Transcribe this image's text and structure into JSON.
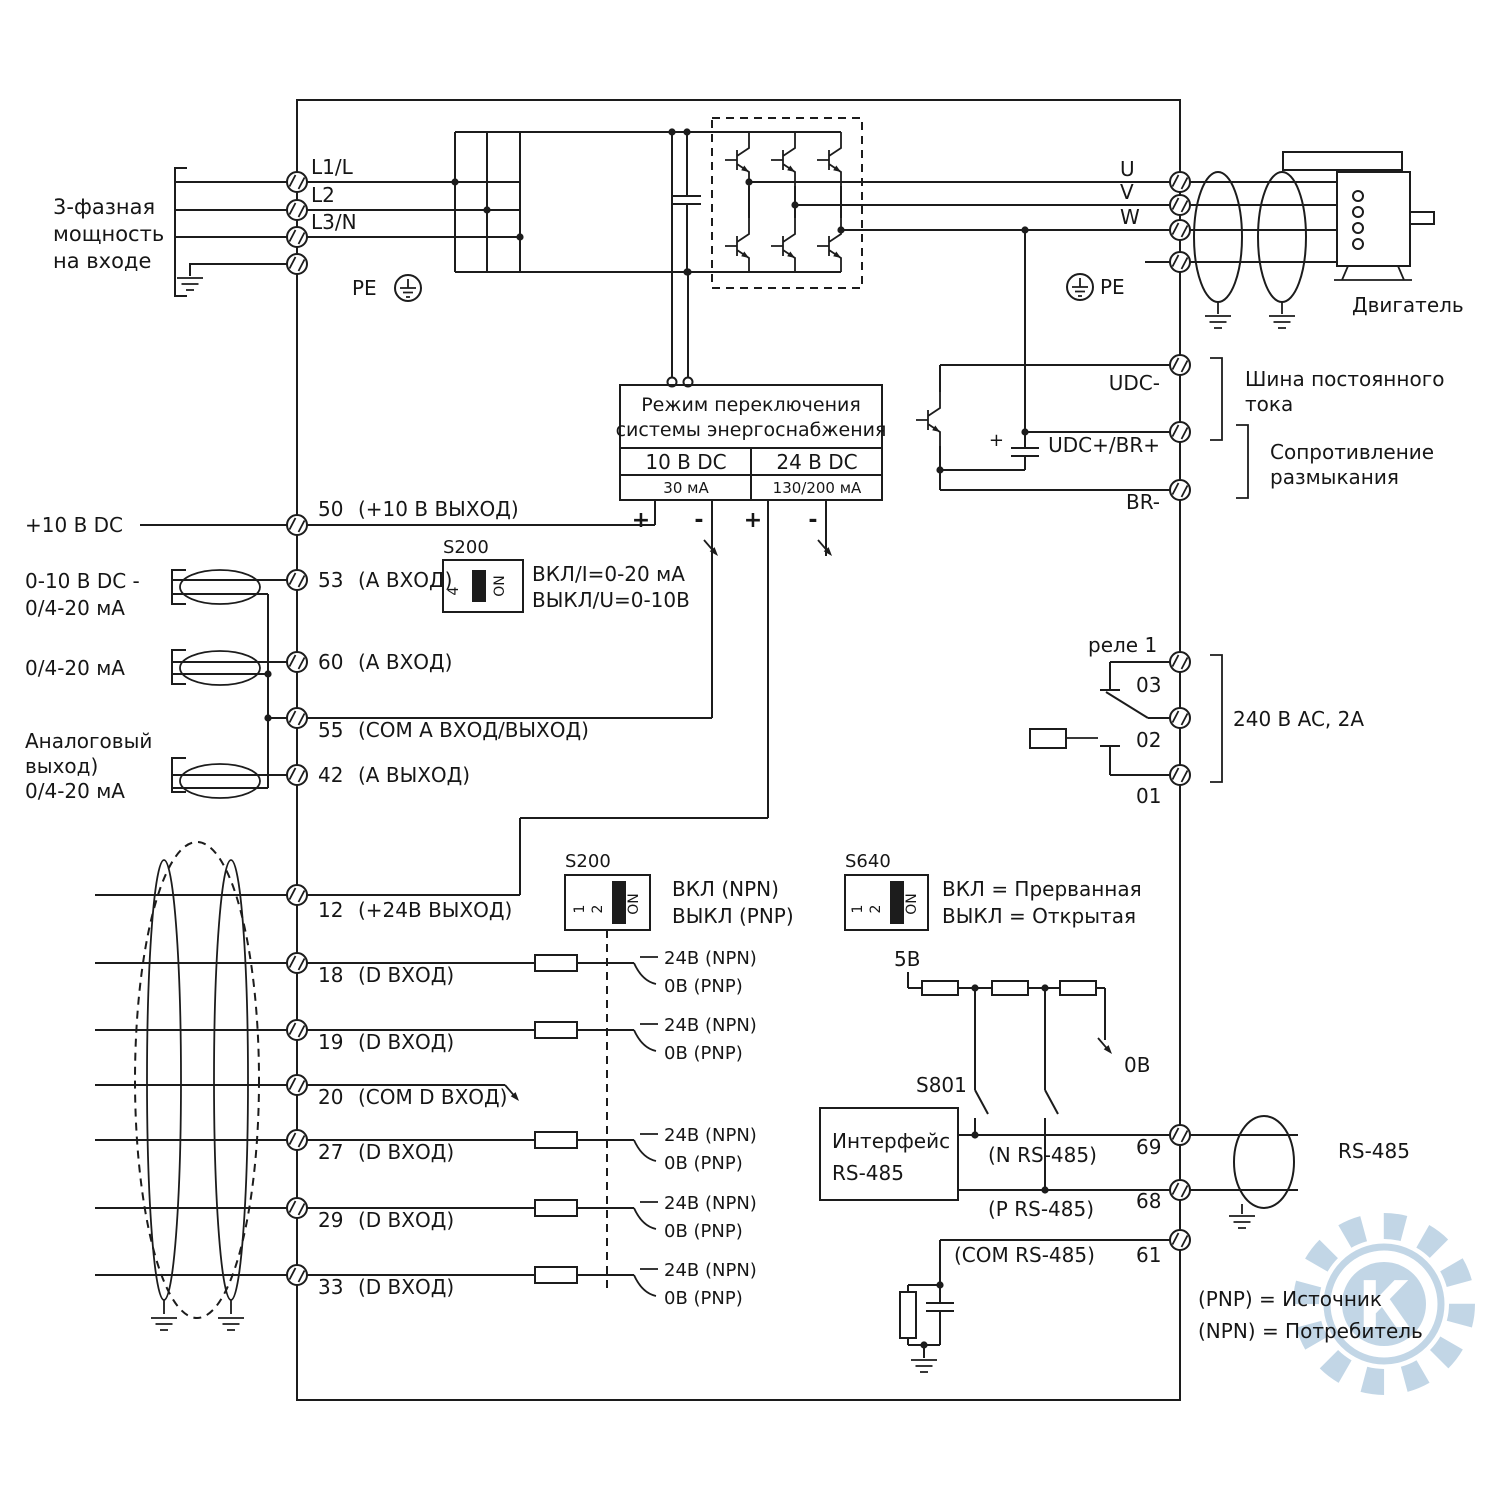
{
  "power_input": {
    "caption_1": "3-фазная",
    "caption_2": "мощность",
    "caption_3": "на входе",
    "l1": "L1/L",
    "l2": "L2",
    "l3": "L3/N",
    "pe": "PE"
  },
  "output": {
    "u": "U",
    "v": "V",
    "w": "W",
    "pe": "PE",
    "motor": "Двигатель"
  },
  "dc_bus": {
    "udc_minus": "UDC-",
    "udc_plus": "UDC+/BR+",
    "br_minus": "BR-",
    "cap_plus": "+",
    "bus_caption_1": "Шина постоянного",
    "bus_caption_2": "тока",
    "res_caption_1": "Сопротивление",
    "res_caption_2": "размыкания"
  },
  "psu": {
    "title_1": "Режим переключения",
    "title_2": "системы энергоснабжения",
    "v10": "10 В DC",
    "i10": "30 мА",
    "v24": "24 В DC",
    "i24": "130/200 мА",
    "plus_10": "+",
    "minus_10": "-",
    "plus_24": "+",
    "minus_24": "-"
  },
  "analog": {
    "left_10v": "+10 В DC",
    "t50_num": "50",
    "t50_label": "(+10 В ВЫХОД)",
    "left_in1_1": "0-10 В DC -",
    "left_in1_2": "0/4-20 мА",
    "t53_num": "53",
    "t53_label": "(А ВХОД)",
    "s200_title": "S200",
    "s200_pos": "4",
    "s200_on": "ON",
    "s200_line1": "ВКЛ/I=0-20 мА",
    "s200_line2": "ВЫКЛ/U=0-10В",
    "left_in2": "0/4-20 мА",
    "t60_num": "60",
    "t60_label": "(А ВХОД)",
    "t55_num": "55",
    "t55_label": "(COM А ВХОД/ВЫХОД)",
    "left_out_1": "Аналоговый",
    "left_out_2": "выход)",
    "left_out_3": "0/4-20 мА",
    "t42_num": "42",
    "t42_label": "(А ВЫХОД)"
  },
  "digital": {
    "t12_num": "12",
    "t12_label": "(+24В ВЫХОД)",
    "s200_title": "S200",
    "s200_p1": "1",
    "s200_p2": "2",
    "s200_on": "ON",
    "s200_line1": "ВКЛ (NPN)",
    "s200_line2": "ВЫКЛ (PNP)",
    "t20_num": "20",
    "t20_label": "(COM D ВХОД)",
    "rows": [
      {
        "num": "18",
        "label": "(D ВХОД)",
        "npn": "24В (NPN)",
        "pnp": "0В (PNP)"
      },
      {
        "num": "19",
        "label": "(D ВХОД)",
        "npn": "24В (NPN)",
        "pnp": "0В (PNP)"
      },
      {
        "num": "27",
        "label": "(D ВХОД)",
        "npn": "24В (NPN)",
        "pnp": "0В (PNP)"
      },
      {
        "num": "29",
        "label": "(D ВХОД)",
        "npn": "24В (NPN)",
        "pnp": "0В (PNP)"
      },
      {
        "num": "33",
        "label": "(D ВХОД)",
        "npn": "24В (NPN)",
        "pnp": "0В (PNP)"
      }
    ]
  },
  "relay": {
    "title": "реле 1",
    "t03": "03",
    "t02": "02",
    "t01": "01",
    "rating": "240 В AC, 2А"
  },
  "s640": {
    "title": "S640",
    "p1": "1",
    "p2": "2",
    "on": "ON",
    "line1": "ВКЛ = Прерванная",
    "line2": "ВЫКЛ = Открытая"
  },
  "rs485": {
    "v5": "5В",
    "v0": "0В",
    "s801": "S801",
    "box_1": "Интерфейс",
    "box_2": "RS-485",
    "n_label": "(N RS-485)",
    "t69": "69",
    "p_label": "(P RS-485)",
    "t68": "68",
    "com_label": "(COM RS-485)",
    "t61": "61",
    "bus_label": "RS-485",
    "note_pnp": "(PNP) = Источник",
    "note_npn": "(NPN) = Потребитель"
  },
  "watermark": {
    "letter": "К"
  },
  "colors": {
    "line": "#1c1c1c",
    "watermark": "#b3cde1"
  }
}
